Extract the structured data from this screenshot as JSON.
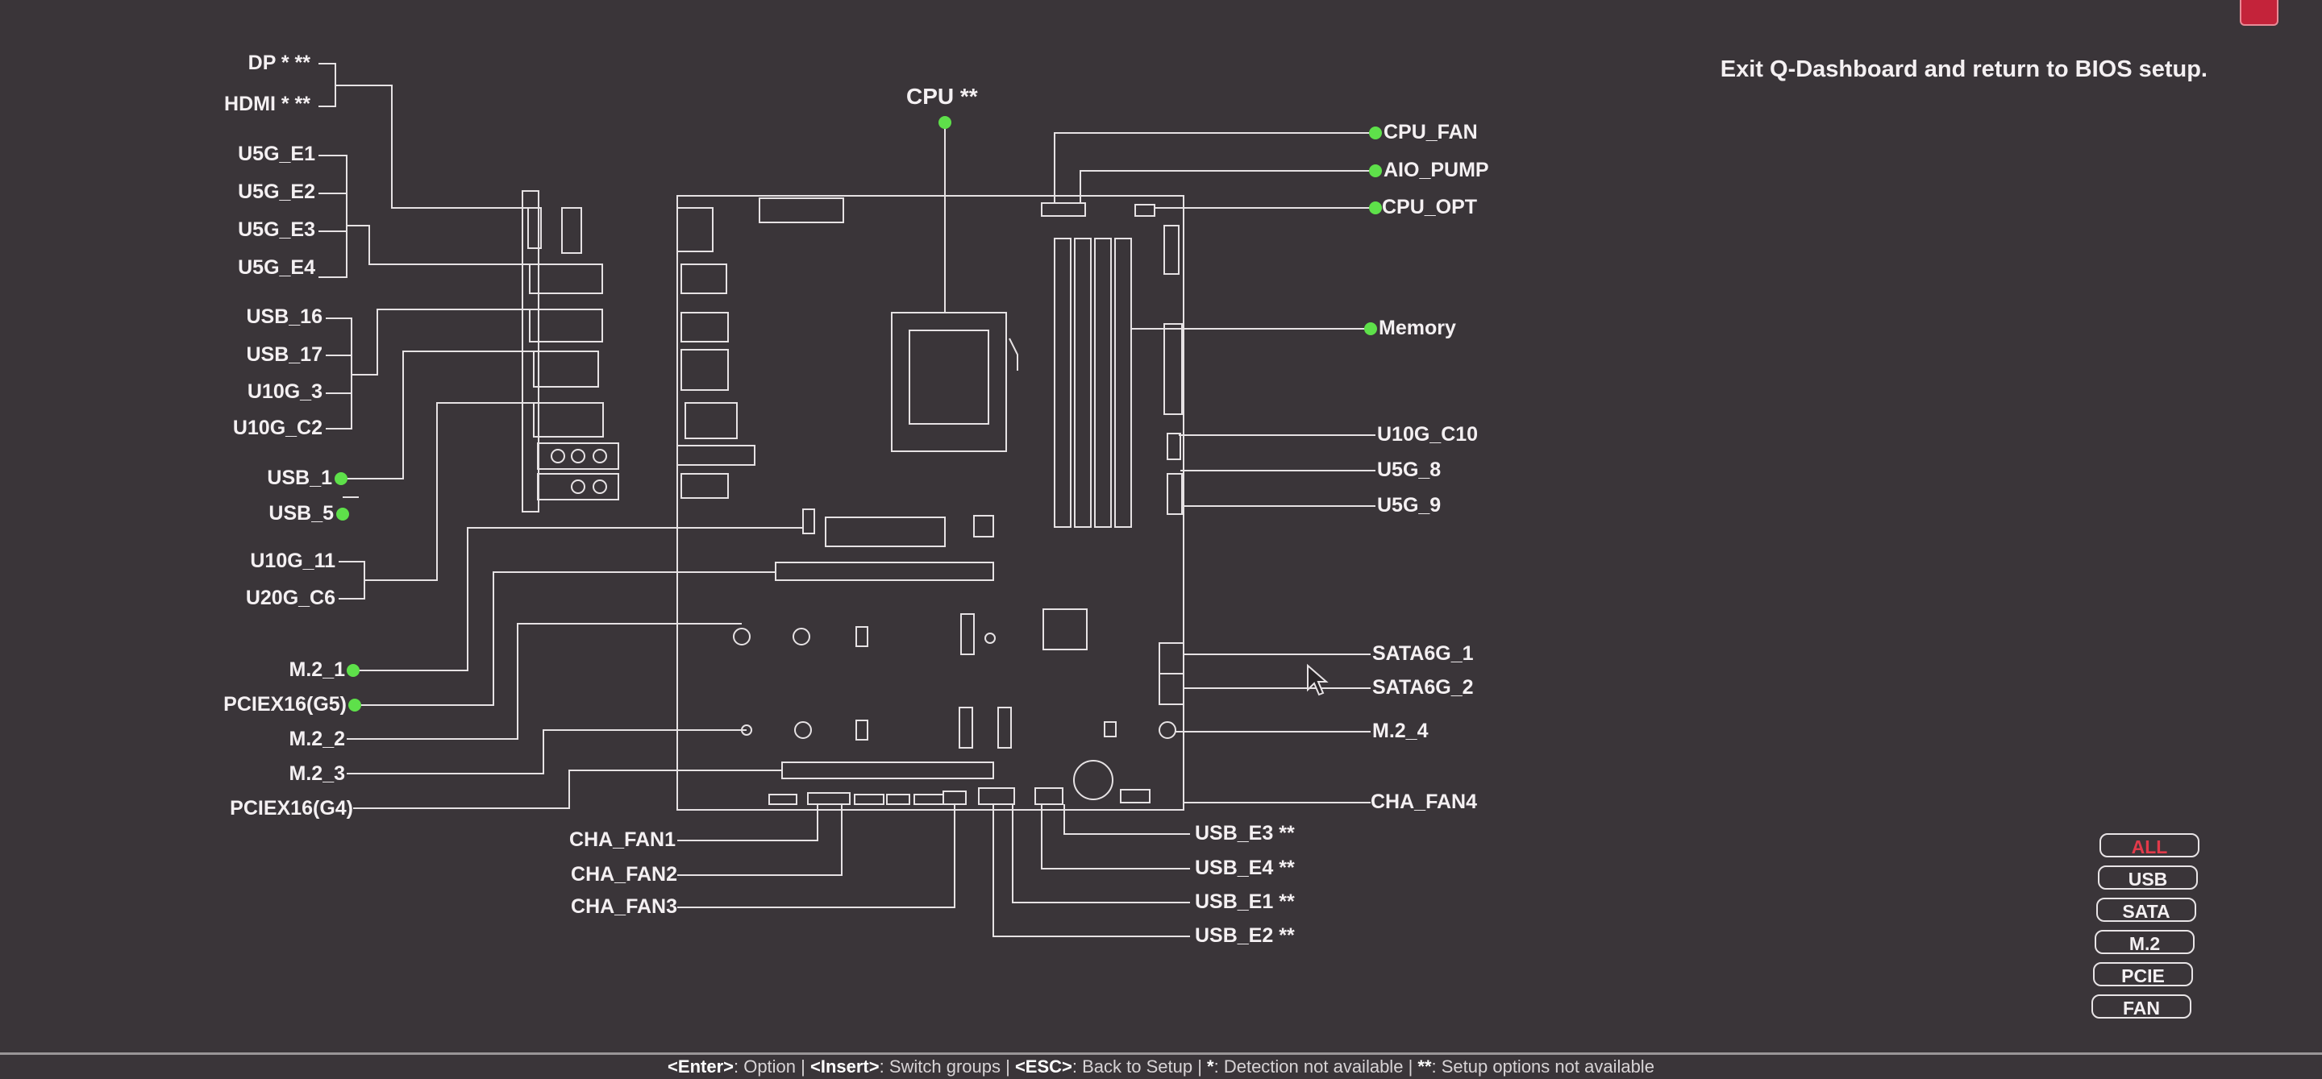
{
  "header": {
    "hint": "Exit Q-Dashboard and return to BIOS setup."
  },
  "cpu_label": "CPU **",
  "left_labels": [
    {
      "id": "dp",
      "text": "DP * **",
      "dot": false
    },
    {
      "id": "hdmi",
      "text": "HDMI * **",
      "dot": false
    },
    {
      "id": "u5g-e1",
      "text": "U5G_E1",
      "dot": false
    },
    {
      "id": "u5g-e2",
      "text": "U5G_E2",
      "dot": false
    },
    {
      "id": "u5g-e3",
      "text": "U5G_E3",
      "dot": false
    },
    {
      "id": "u5g-e4",
      "text": "U5G_E4",
      "dot": false
    },
    {
      "id": "usb-16",
      "text": "USB_16",
      "dot": false
    },
    {
      "id": "usb-17",
      "text": "USB_17",
      "dot": false
    },
    {
      "id": "u10g-3",
      "text": "U10G_3",
      "dot": false
    },
    {
      "id": "u10g-c2",
      "text": "U10G_C2",
      "dot": false
    },
    {
      "id": "usb-1",
      "text": "USB_1",
      "dot": true
    },
    {
      "id": "usb-5",
      "text": "USB_5",
      "dot": true
    },
    {
      "id": "u10g-11",
      "text": "U10G_11",
      "dot": false
    },
    {
      "id": "u20g-c6",
      "text": "U20G_C6",
      "dot": false
    },
    {
      "id": "m2-1",
      "text": "M.2_1",
      "dot": true
    },
    {
      "id": "pciex16-g5",
      "text": "PCIEX16(G5)",
      "dot": true
    },
    {
      "id": "m2-2",
      "text": "M.2_2",
      "dot": false
    },
    {
      "id": "m2-3",
      "text": "M.2_3",
      "dot": false
    },
    {
      "id": "pciex16-g4",
      "text": "PCIEX16(G4)",
      "dot": false
    }
  ],
  "right_labels": [
    {
      "id": "cpu-fan",
      "text": "CPU_FAN",
      "dot": true
    },
    {
      "id": "aio-pump",
      "text": "AIO_PUMP",
      "dot": true
    },
    {
      "id": "cpu-opt",
      "text": "CPU_OPT",
      "dot": true
    },
    {
      "id": "memory",
      "text": "Memory",
      "dot": true
    },
    {
      "id": "u10g-c10",
      "text": "U10G_C10",
      "dot": false
    },
    {
      "id": "u5g-8",
      "text": "U5G_8",
      "dot": false
    },
    {
      "id": "u5g-9",
      "text": "U5G_9",
      "dot": false
    },
    {
      "id": "sata6g-1",
      "text": "SATA6G_1",
      "dot": false
    },
    {
      "id": "sata6g-2",
      "text": "SATA6G_2",
      "dot": false
    },
    {
      "id": "m2-4",
      "text": "M.2_4",
      "dot": false
    },
    {
      "id": "cha-fan4",
      "text": "CHA_FAN4",
      "dot": false
    }
  ],
  "bottom_left_labels": [
    {
      "id": "cha-fan1",
      "text": "CHA_FAN1",
      "dot": false
    },
    {
      "id": "cha-fan2",
      "text": "CHA_FAN2",
      "dot": false
    },
    {
      "id": "cha-fan3",
      "text": "CHA_FAN3",
      "dot": false
    }
  ],
  "bottom_right_labels": [
    {
      "id": "usb-e3",
      "text": "USB_E3 **",
      "dot": false
    },
    {
      "id": "usb-e4",
      "text": "USB_E4 **",
      "dot": false
    },
    {
      "id": "usb-e1",
      "text": "USB_E1 **",
      "dot": false
    },
    {
      "id": "usb-e2",
      "text": "USB_E2 **",
      "dot": false
    }
  ],
  "filters": [
    {
      "id": "all",
      "label": "ALL",
      "active": true
    },
    {
      "id": "usb",
      "label": "USB",
      "active": false
    },
    {
      "id": "sata",
      "label": "SATA",
      "active": false
    },
    {
      "id": "m2",
      "label": "M.2",
      "active": false
    },
    {
      "id": "pcie",
      "label": "PCIE",
      "active": false
    },
    {
      "id": "fan",
      "label": "FAN",
      "active": false
    }
  ],
  "footer": {
    "k1": "<Enter>",
    "t1": ": Option",
    "k2": "<Insert>",
    "t2": ": Switch groups",
    "k3": "<ESC>",
    "t3": ": Back to Setup",
    "k4": "*",
    "t4": ": Detection not available",
    "k5": "**",
    "t5": ": Setup options not available"
  },
  "colors": {
    "background": "#3a3539",
    "line": "#e6e2e4",
    "status_dot": "#5ee04a",
    "active_filter": "#e23a4a"
  }
}
